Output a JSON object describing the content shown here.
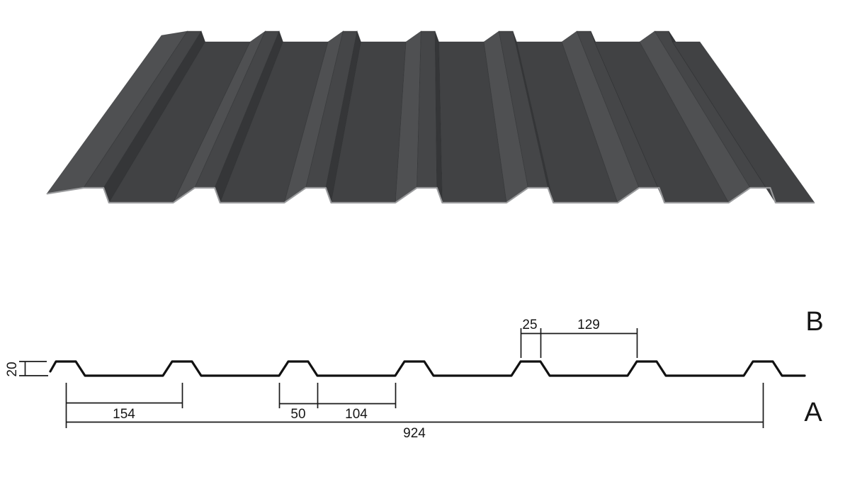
{
  "diagram": {
    "type": "trapezoidal-profile-sheet-drawing",
    "rib_count": 7,
    "labels": {
      "section_a": "A",
      "section_b": "B"
    },
    "dimensions": {
      "profile_height": "20",
      "rib_pitch": "154",
      "rib_base_width": "50",
      "valley_width": "104",
      "cover_width": "924",
      "rib_top_width": "25",
      "rib_spacing_top": "129"
    },
    "colors": {
      "background": "#ffffff",
      "line": "#1a1a1a",
      "sheet_top": "#454648",
      "sheet_valley": "#414244",
      "sheet_slope_light": "#4f5052",
      "sheet_slope_dark": "#353638",
      "sheet_crease": "#2c2d2f",
      "sheet_edge_highlight": "#9b9c9e"
    }
  }
}
